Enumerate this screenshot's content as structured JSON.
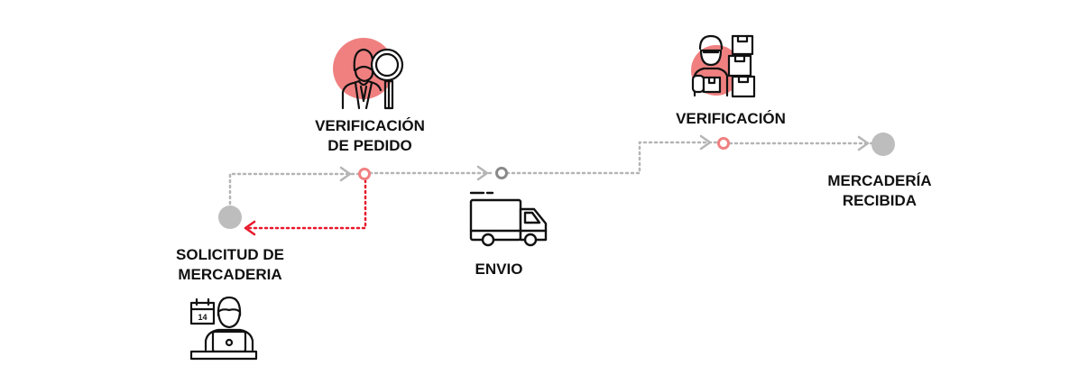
{
  "steps": [
    {
      "id": "solicitud",
      "line1": "SOLICITUD DE",
      "line2": "MERCADERIA",
      "icon": "person-at-laptop-calendar-icon"
    },
    {
      "id": "verificacion_pedido",
      "line1": "VERIFICACIÓN",
      "line2": "DE PEDIDO",
      "icon": "person-magnifier-icon"
    },
    {
      "id": "envio",
      "line1": "ENVIO",
      "line2": "",
      "icon": "delivery-truck-icon"
    },
    {
      "id": "verificacion",
      "line1": "VERIFICACIÓN",
      "line2": "",
      "icon": "worker-with-boxes-icon"
    },
    {
      "id": "recibida",
      "line1": "MERCADERÍA",
      "line2": "RECIBIDA",
      "icon": ""
    }
  ],
  "colors": {
    "accent": "#e8192c",
    "accent_soft": "#f08080",
    "node_gray": "#bdbdbd",
    "connector_gray": "#b5b5b5",
    "icon_stroke": "#111111"
  }
}
